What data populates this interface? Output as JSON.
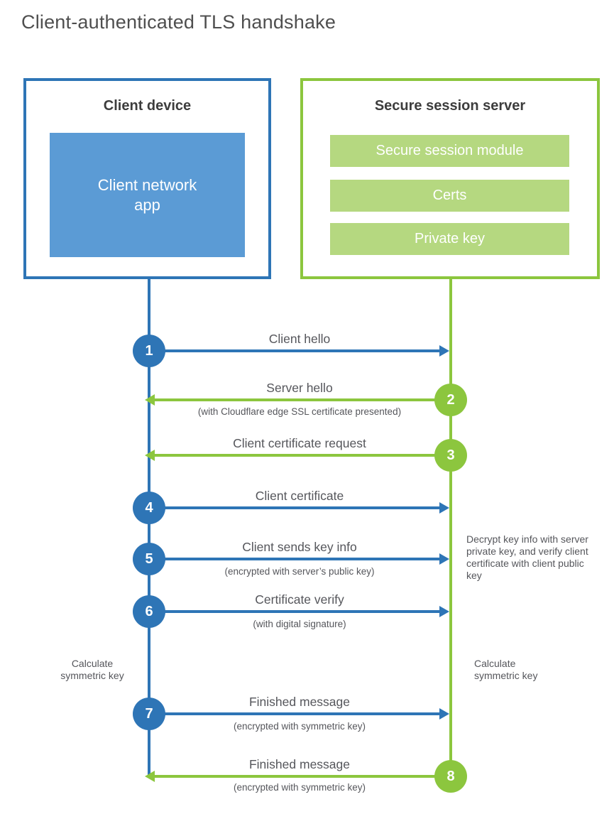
{
  "title": "Client-authenticated TLS handshake",
  "client_box": {
    "title": "Client device",
    "app_label": "Client network app"
  },
  "server_box": {
    "title": "Secure session server",
    "modules": [
      "Secure session module",
      "Certs",
      "Private key"
    ]
  },
  "steps": [
    {
      "number": "1",
      "actor": "client",
      "direction": "right",
      "label": "Client hello",
      "subtitle": ""
    },
    {
      "number": "2",
      "actor": "server",
      "direction": "left",
      "label": "Server hello",
      "subtitle": "(with Cloudflare edge SSL certificate presented)"
    },
    {
      "number": "3",
      "actor": "server",
      "direction": "left",
      "label": "Client certificate request",
      "subtitle": ""
    },
    {
      "number": "4",
      "actor": "client",
      "direction": "right",
      "label": "Client certificate",
      "subtitle": ""
    },
    {
      "number": "5",
      "actor": "client",
      "direction": "right",
      "label": "Client sends key info",
      "subtitle": "(encrypted with server’s public key)"
    },
    {
      "number": "6",
      "actor": "client",
      "direction": "right",
      "label": "Certificate verify",
      "subtitle": "(with digital signature)"
    },
    {
      "number": "7",
      "actor": "client",
      "direction": "right",
      "label": "Finished message",
      "subtitle": "(encrypted with symmetric key)"
    },
    {
      "number": "8",
      "actor": "server",
      "direction": "left",
      "label": "Finished message",
      "subtitle": "(encrypted with symmetric key)"
    }
  ],
  "annotations": {
    "decrypt_note": "Decrypt key info with server private key, and verify client certificate with client public key",
    "calculate_left": "Calculate symmetric key",
    "calculate_right": "Calculate symmetric key"
  },
  "colors": {
    "blue_accent": "#2E75B6",
    "blue_fill": "#5B9BD5",
    "green_accent": "#8CC63E",
    "green_fill": "#B5D880",
    "text": "#55565b"
  }
}
